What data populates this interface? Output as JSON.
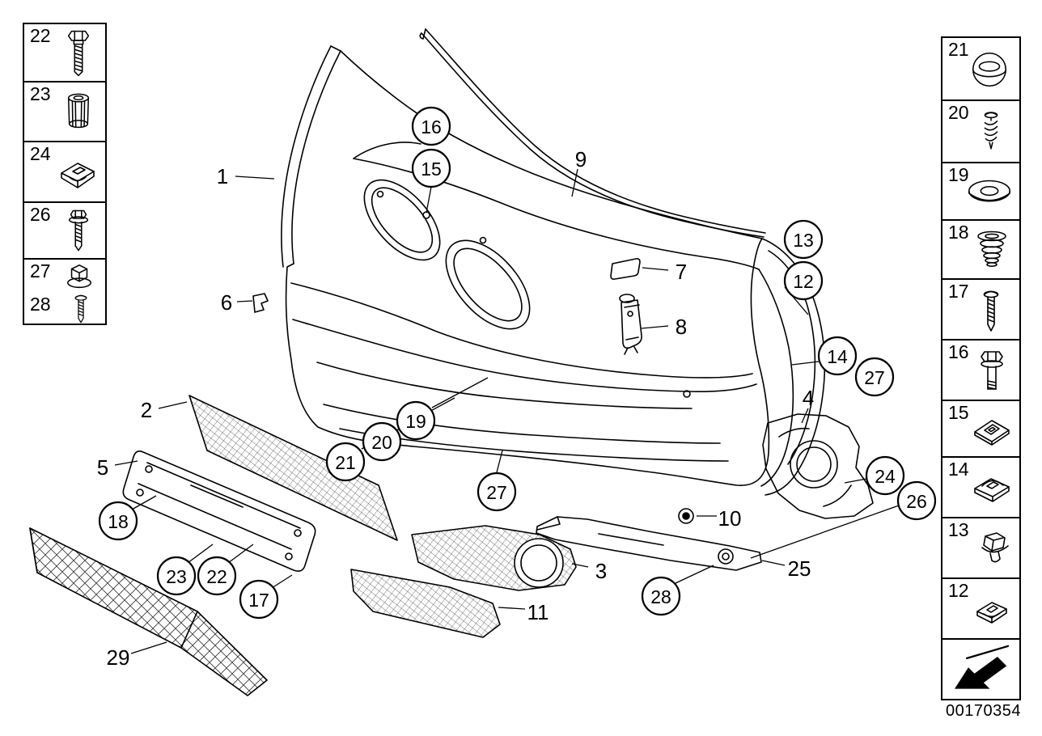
{
  "colors": {
    "line": "#000000",
    "background": "#ffffff"
  },
  "diagram_id": "00170354",
  "legend_left": {
    "i22": "22",
    "i23": "23",
    "i24": "24",
    "i26": "26",
    "i27": "27",
    "i28": "28"
  },
  "legend_right": {
    "i21": "21",
    "i20": "20",
    "i19": "19",
    "i18": "18",
    "i17": "17",
    "i16": "16",
    "i15": "15",
    "i14": "14",
    "i13": "13",
    "i12": "12"
  },
  "legend_icons": {
    "i22": "hex-head-screw-icon",
    "i23": "sleeve-nut-icon",
    "i24": "sheet-metal-clip-icon",
    "i26": "screw-with-washer-icon",
    "i27": "flange-nut-icon",
    "i28": "tapping-screw-icon",
    "i21": "blind-plug-icon",
    "i20": "spring-screw-icon",
    "i19": "washer-icon",
    "i18": "expanding-grommet-icon",
    "i17": "pan-head-screw-icon",
    "i16": "hex-bolt-icon",
    "i15": "clip-nut-icon",
    "i14": "spring-clip-nut-icon",
    "i13": "hex-flange-screw-icon",
    "i12": "c-clip-icon",
    "arrow": "direction-arrow-icon"
  },
  "callouts": {
    "n1": "1",
    "n2": "2",
    "n3": "3",
    "n4": "4",
    "n5": "5",
    "n6": "6",
    "n7": "7",
    "n8": "8",
    "n9": "9",
    "n10": "10",
    "n11": "11",
    "n12": "12",
    "n13": "13",
    "n14": "14",
    "n15": "15",
    "n16": "16",
    "n17": "17",
    "n18": "18",
    "n19": "19",
    "n20": "20",
    "n21": "21",
    "n22": "22",
    "n23": "23",
    "n24": "24",
    "n25": "25",
    "n26": "26",
    "n27a": "27",
    "n27b": "27",
    "n28": "28",
    "n29": "29"
  }
}
